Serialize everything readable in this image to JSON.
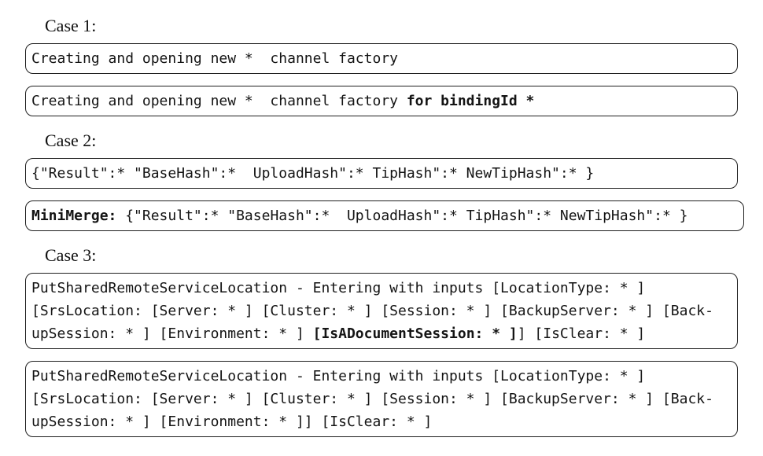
{
  "meta": {
    "background_color": "#ffffff",
    "text_color": "#141414",
    "border_color": "#1f1f1f",
    "figure_description": "Log template examples grouped in three cases, each with two rounded boxes"
  },
  "cases": [
    {
      "label": "Case 1:",
      "boxes": [
        {
          "lines": [
            [
              {
                "text": "Creating and opening new *  channel factory",
                "bold": false
              }
            ]
          ]
        },
        {
          "lines": [
            [
              {
                "text": "Creating and opening new *  channel factory ",
                "bold": false
              },
              {
                "text": "for bindingId *",
                "bold": true
              }
            ]
          ]
        }
      ]
    },
    {
      "label": "Case 2:",
      "boxes": [
        {
          "lines": [
            [
              {
                "text": "{\"Result\":* \"BaseHash\":*  UploadHash\":* TipHash\":* NewTipHash\":* }",
                "bold": false
              }
            ]
          ]
        },
        {
          "lines": [
            [
              {
                "text": "MiniMerge:",
                "bold": true
              },
              {
                "text": " {\"Result\":* \"BaseHash\":*  UploadHash\":* TipHash\":* NewTipHash\":* }",
                "bold": false
              }
            ]
          ]
        }
      ]
    },
    {
      "label": "Case 3:",
      "boxes": [
        {
          "lines": [
            [
              {
                "text": "PutSharedRemoteServiceLocation - Entering with inputs [LocationType: * ]",
                "bold": false
              }
            ],
            [
              {
                "text": "[SrsLocation: [Server: * ] [Cluster: * ] [Session: * ] [BackupServer: * ] [Back-",
                "bold": false
              }
            ],
            [
              {
                "text": "upSession: * ] [Environment: * ] ",
                "bold": false
              },
              {
                "text": "[IsADocumentSession: * ]",
                "bold": true
              },
              {
                "text": "] [IsClear: * ]",
                "bold": false
              }
            ]
          ]
        },
        {
          "lines": [
            [
              {
                "text": "PutSharedRemoteServiceLocation - Entering with inputs [LocationType: * ]",
                "bold": false
              }
            ],
            [
              {
                "text": "[SrsLocation: [Server: * ] [Cluster: * ] [Session: * ] [BackupServer: * ] [Back-",
                "bold": false
              }
            ],
            [
              {
                "text": "upSession: * ] [Environment: * ]] [IsClear: * ]",
                "bold": false
              }
            ]
          ]
        }
      ]
    }
  ]
}
